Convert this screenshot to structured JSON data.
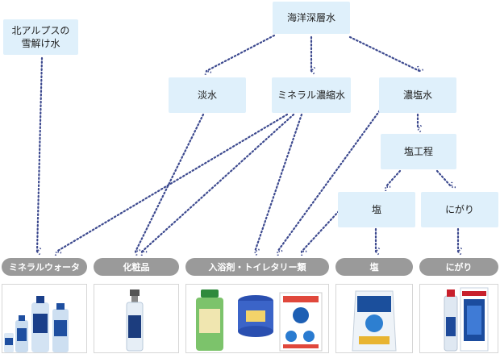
{
  "sources": {
    "deep_sea_water": "海洋深層水",
    "snowmelt": "北アルプスの\n雪解け水"
  },
  "intermediates": {
    "fresh_water": "淡水",
    "mineral_concentrate": "ミネラル濃縮水",
    "concentrated_brine": "濃塩水",
    "salt_process": "塩工程",
    "salt": "塩",
    "bittern": "にがり"
  },
  "products": [
    {
      "label": "ミネラルウォータ",
      "icon": "water-bottles-icon"
    },
    {
      "label": "化粧品",
      "icon": "spray-bottle-icon"
    },
    {
      "label": "入浴剤・トイレタリー類",
      "icon": "bath-products-icon"
    },
    {
      "label": "塩",
      "icon": "salt-bag-icon"
    },
    {
      "label": "にがり",
      "icon": "nigari-bottle-icon"
    }
  ],
  "colors": {
    "node_fill": "#dff0fb",
    "arrow": "#3d4a8f",
    "category_pill": "#9a9a9a"
  }
}
